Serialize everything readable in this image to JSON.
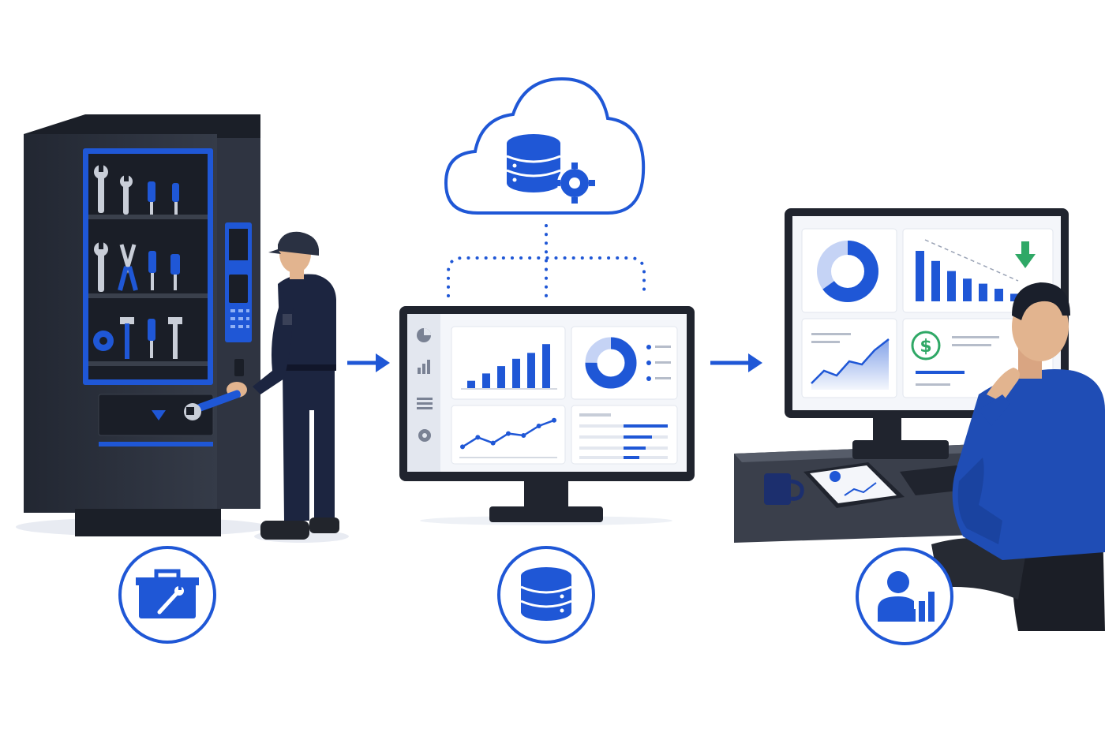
{
  "colors": {
    "accent": "#1f57d6",
    "accent_light": "#5b86ea",
    "navy": "#1c2540",
    "cabinet": "#2a2f3a",
    "screen_bg": "#f4f6fa",
    "positive": "#2fa866",
    "skin": "#e2b48f"
  },
  "stages": [
    {
      "id": "tool-vending",
      "icon": "toolbox-wrench-icon"
    },
    {
      "id": "cloud-data",
      "icon": "database-icon"
    },
    {
      "id": "analytics",
      "icon": "user-chart-icon"
    }
  ],
  "flow_arrows": 2,
  "dashboard_sidebar_icons": [
    "pie-chart-icon",
    "bar-chart-icon",
    "list-icon",
    "gear-icon"
  ],
  "center_dashboard": {
    "bars": [
      0.15,
      0.3,
      0.45,
      0.6,
      0.72,
      0.9
    ],
    "donut_fill": 0.75,
    "line_points": [
      0.2,
      0.45,
      0.3,
      0.55,
      0.5,
      0.75,
      0.9
    ]
  },
  "right_dashboard": {
    "bars": [
      1.0,
      0.8,
      0.6,
      0.45,
      0.35,
      0.25,
      0.15
    ],
    "donut_fill": 0.65,
    "trend": "down"
  }
}
